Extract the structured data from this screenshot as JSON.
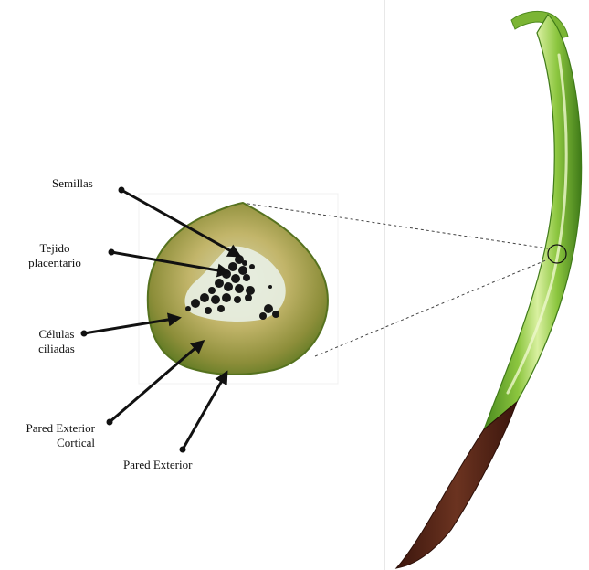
{
  "labels": {
    "semillas": "Semillas",
    "tejido_1": "Tejido",
    "tejido_2": "placentario",
    "celulas_1": "Células",
    "celulas_2": "ciliadas",
    "pared_cortical_1": "Pared Exterior",
    "pared_cortical_2": "Cortical",
    "pared_exterior": "Pared Exterior"
  },
  "colors": {
    "pod_green": "#8fc83c",
    "pod_green_light": "#d8ee9a",
    "pod_dark_green": "#4f8a1f",
    "pod_brown": "#5c2a1a",
    "section_outer": "#7b8a2c",
    "section_inner": "#c9c27a",
    "placenta_core": "#e7efe2",
    "seeds": "#1a1a1a",
    "divider": "#c8c8c8"
  }
}
